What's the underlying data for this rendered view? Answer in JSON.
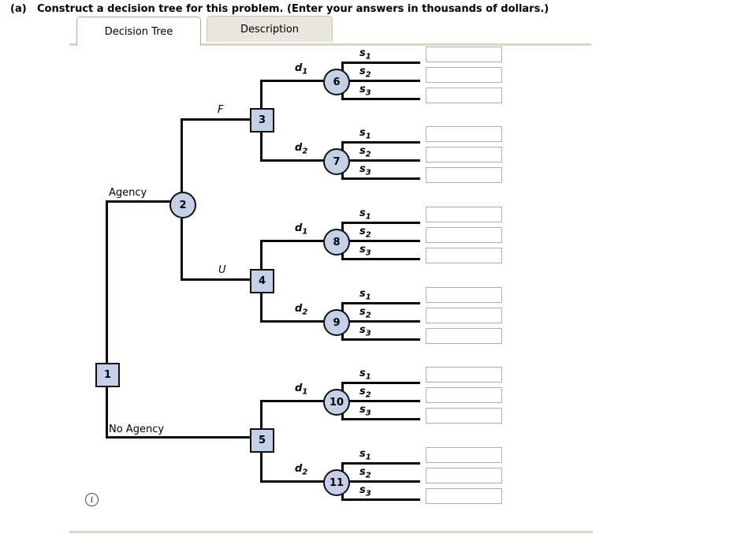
{
  "header": {
    "part_label": "(a)",
    "title": "Construct a decision tree for this problem. (Enter your answers in thousands of dollars.)"
  },
  "tabs": {
    "decision_tree": "Decision Tree",
    "description": "Description"
  },
  "branches": {
    "agency": "Agency",
    "no_agency": "No Agency",
    "favorable": "F",
    "unfavorable": "U",
    "d1": {
      "base": "d",
      "sub": "1"
    },
    "d2": {
      "base": "d",
      "sub": "2"
    },
    "s1": {
      "base": "s",
      "sub": "1"
    },
    "s2": {
      "base": "s",
      "sub": "2"
    },
    "s3": {
      "base": "s",
      "sub": "3"
    }
  },
  "nodes": {
    "n1": "1",
    "n2": "2",
    "n3": "3",
    "n4": "4",
    "n5": "5",
    "n6": "6",
    "n7": "7",
    "n8": "8",
    "n9": "9",
    "n10": "10",
    "n11": "11"
  },
  "answers": {
    "n6": {
      "s1": "",
      "s2": "",
      "s3": ""
    },
    "n7": {
      "s1": "",
      "s2": "",
      "s3": ""
    },
    "n8": {
      "s1": "",
      "s2": "",
      "s3": ""
    },
    "n9": {
      "s1": "",
      "s2": "",
      "s3": ""
    },
    "n10": {
      "s1": "",
      "s2": "",
      "s3": ""
    },
    "n11": {
      "s1": "",
      "s2": "",
      "s3": ""
    }
  },
  "footer": {
    "info_icon": "i"
  },
  "colors": {
    "node_fill": "#c3d0e8",
    "node_border": "#111111",
    "branch_line": "#0a0a0a",
    "tab_inactive_bg": "#e9e6dd",
    "divider": "#d9d5c9"
  }
}
